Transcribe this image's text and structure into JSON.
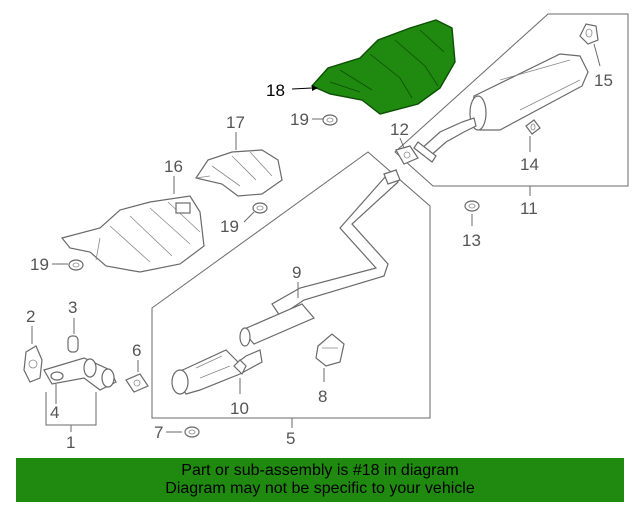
{
  "diagram": {
    "callouts": {
      "c18": "18",
      "c19a": "19",
      "c17": "17",
      "c16": "16",
      "c19b": "19",
      "c19c": "19",
      "c12": "12",
      "c15": "15",
      "c14": "14",
      "c11": "11",
      "c13": "13",
      "c9": "9",
      "c2": "2",
      "c3": "3",
      "c6": "6",
      "c4": "4",
      "c1": "1",
      "c10": "10",
      "c8": "8",
      "c7": "7",
      "c5": "5"
    },
    "highlight_color": "#1f8a0f"
  },
  "footer": {
    "line1": "Part or sub-assembly is #18 in diagram",
    "line2": "Diagram may not be specific to your vehicle"
  }
}
